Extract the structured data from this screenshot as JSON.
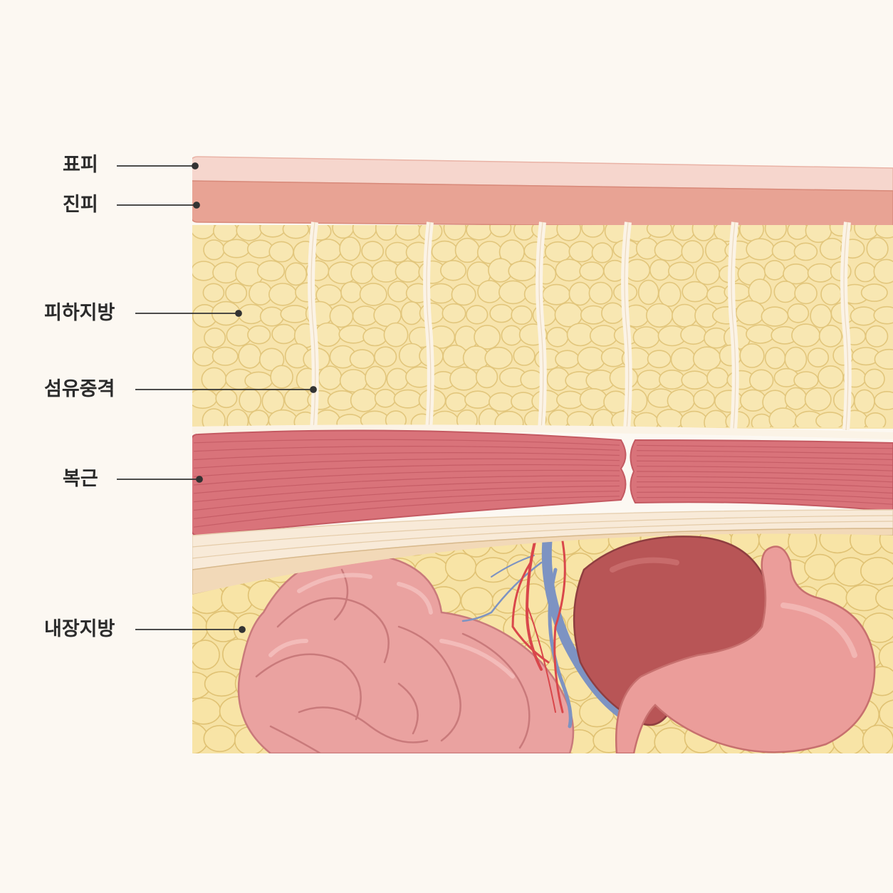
{
  "labels": {
    "epidermis": "표피",
    "dermis": "진피",
    "subcutaneous_fat": "피하지방",
    "fibrous_septa": "섬유중격",
    "abdominal_muscle": "복근",
    "visceral_fat": "내장지방"
  },
  "colors": {
    "background": "#fcf8f2",
    "epidermis": "#f6d6cd",
    "dermis": "#e8a394",
    "fat": "#f6e2a6",
    "fat_cell_outline": "#e2c67c",
    "septa": "#fbf3e6",
    "muscle": "#d9737a",
    "intestine": "#eaa2a0",
    "liver": "#b85556",
    "stomach": "#eb9d9a",
    "vein": "#7d93c2",
    "artery": "#d9474b",
    "leader_line": "#333333"
  }
}
